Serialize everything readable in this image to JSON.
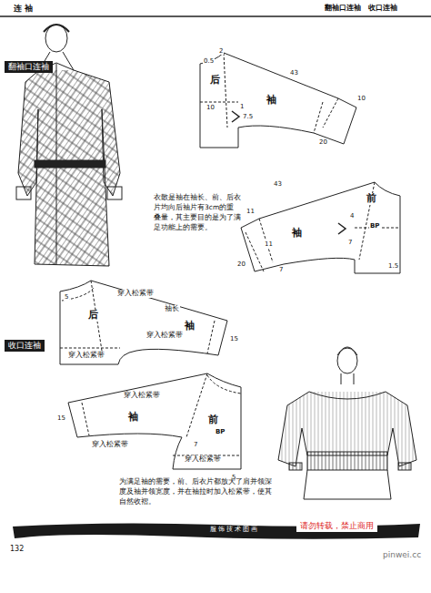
{
  "diagram": {
    "nodes": [
      {
        "text": [
          "翻袖口连袖"
        ]
      },
      {
        "text": [
          "收口连袖"
        ]
      },
      {
        "text": [
          "请勿转载，禁止商用"
        ]
      }
    ],
    "labels": [
      "连 袖",
      "翻袖口连袖　收口连袖",
      "0.5",
      "2",
      "后",
      "43",
      "袖",
      "10",
      "10",
      "1",
      "7.5",
      "20",
      "43",
      "前",
      "11",
      "袖",
      "11",
      "4",
      "BP",
      "20",
      "7",
      "7",
      "1.5",
      "衣散是袖在袖长、前、后衣片均向后袖片有3cm的重叠量，其主要目的是为了满足功能上的需要。",
      "5",
      "穿入松紧带",
      "后",
      "袖长",
      "袖",
      "穿入松紧带",
      "15",
      "穿入松紧带",
      "穿入松紧带",
      "前",
      "袖",
      "15",
      "穿入松紧带",
      "7",
      "BP",
      "穿入松紧带",
      "5",
      "为满足袖的需要，前、后衣片都放大了肩并领深度及袖并领宽度，并在袖拉时加入松紧带，使其自然收褶。",
      "132",
      "服 饰 技 术 图 画",
      "pinwei.cc"
    ]
  }
}
